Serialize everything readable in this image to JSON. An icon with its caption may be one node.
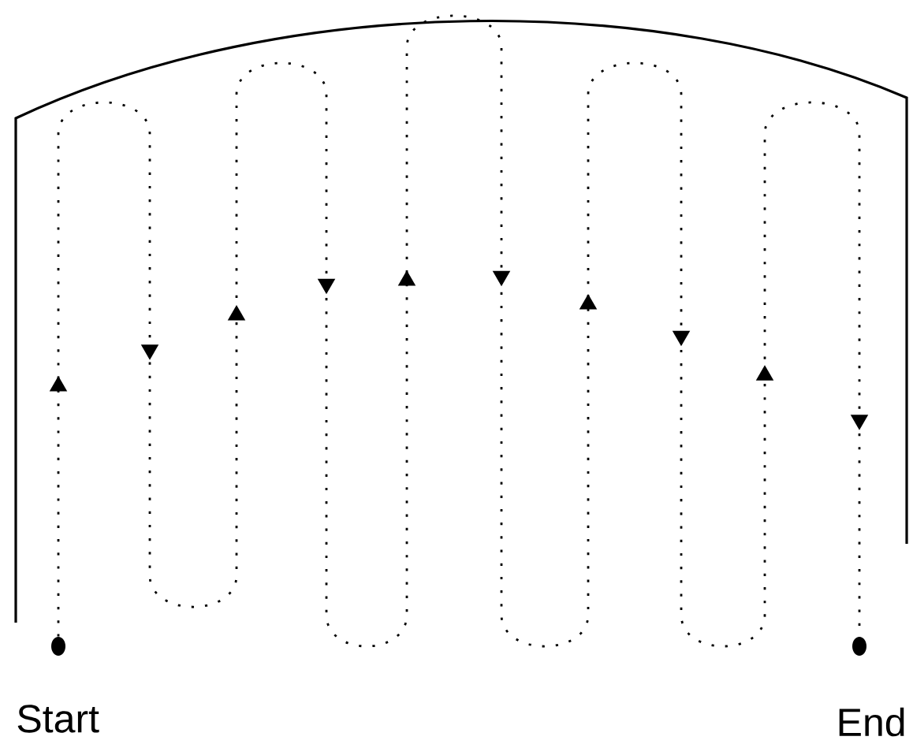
{
  "diagram": {
    "nodes": [
      {
        "text": [],
        "shape": "circle",
        "beside": [
          "Start"
        ]
      },
      {
        "text": [],
        "shape": "circle",
        "beside": [
          "End"
        ]
      }
    ],
    "edges": [
      {
        "from": 0,
        "to": 1,
        "arrow": "to",
        "style": "dashed"
      }
    ]
  }
}
